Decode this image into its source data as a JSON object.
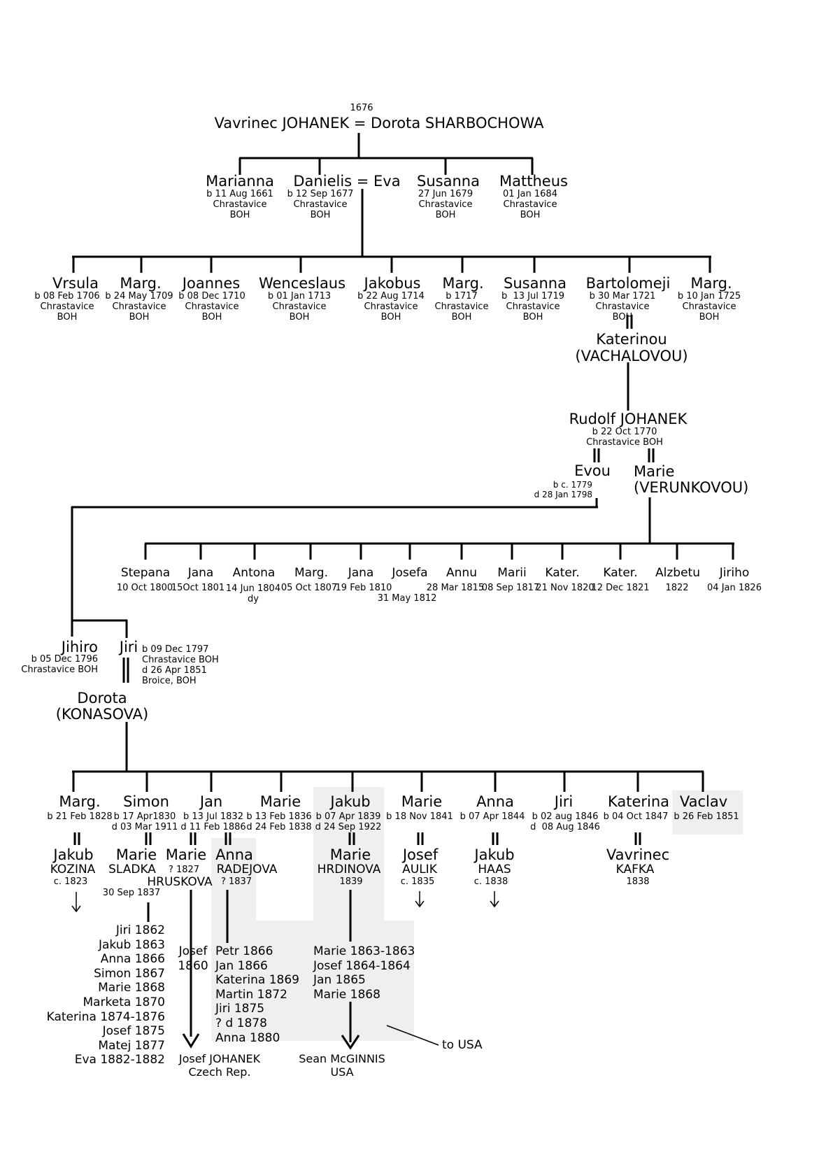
{
  "g0": {
    "year": "1676",
    "couple": "Vavrinec JOHANEK = Dorota SHARBOCHOWA"
  },
  "g1": [
    {
      "name": "Marianna",
      "info": "b 11 Aug 1661\nChrastavice\nBOH"
    },
    {
      "name": "Danielis = Eva",
      "info": "b 12 Sep 1677\nChrastavice\nBOH"
    },
    {
      "name": "Susanna",
      "info": "27 Jun 1679\nChrastavice\nBOH"
    },
    {
      "name": "Mattheus",
      "info": "01 Jan 1684\nChrastavice\nBOH"
    }
  ],
  "g2": [
    {
      "name": "Vrsula",
      "info": "b 08 Feb 1706\nChrastavice\nBOH"
    },
    {
      "name": "Marg.",
      "info": "b 24 May 1709\nChrastavice\nBOH"
    },
    {
      "name": "Joannes",
      "info": "b 08 Dec 1710\nChrastavice\nBOH"
    },
    {
      "name": "Wenceslaus",
      "info": "b 01 Jan 1713\nChrastavice\nBOH"
    },
    {
      "name": "Jakobus",
      "info": "b 22 Aug 1714\nChrastavice\nBOH"
    },
    {
      "name": "Marg.",
      "info": "b 1717\nChrastavice\nBOH"
    },
    {
      "name": "Susanna",
      "info": "b  13 Jul 1719\nChrastavice\nBOH"
    },
    {
      "name": "Bartolomeji",
      "info": "b 30 Mar 1721\nChrastavice\nBOH"
    },
    {
      "name": "Marg.",
      "info": "b 10 Jan 1725\nChrastavice\nBOH"
    }
  ],
  "bart_spouse": "Katerinou\n(VACHALOVOU)",
  "rudolf": {
    "name": "Rudolf JOHANEK",
    "info": "b 22 Oct 1770\nChrastavice BOH",
    "spouse1": "Evou",
    "spouse1_info": "b c. 1779\nd 28 Jan 1798",
    "spouse2": "Marie\n(VERUNKOVOU)"
  },
  "g3": [
    {
      "name": "Stepana",
      "date": "10 Oct 1800"
    },
    {
      "name": "Jana",
      "date": "15Oct 1801"
    },
    {
      "name": "Antona",
      "date": "14 Jun 1804\ndy"
    },
    {
      "name": "Marg.",
      "date": "05 Oct 1807"
    },
    {
      "name": "Jana",
      "date": "19 Feb 1810"
    },
    {
      "name": "Josefa",
      "date": "31 May 1812"
    },
    {
      "name": "Annu",
      "date": "28 Mar 1815"
    },
    {
      "name": "Marii",
      "date": "08 Sep 1817"
    },
    {
      "name": "Kater.",
      "date": "21 Nov 1820"
    },
    {
      "name": "Kater.",
      "date": "12 Dec 1821"
    },
    {
      "name": "Alzbetu",
      "date": "1822"
    },
    {
      "name": "Jiriho",
      "date": "04 Jan 1826"
    }
  ],
  "jihiro": {
    "name": "Jihiro",
    "info": "b 05 Dec 1796\nChrastavice BOH"
  },
  "jiri": {
    "name": "Jiri",
    "info": "b 09 Dec 1797\nChrastavice BOH\nd 26 Apr 1851\nBroice, BOH",
    "spouse": "Dorota\n(KONASOVA)"
  },
  "g4": [
    {
      "name": "Marg.",
      "info": "b 21 Feb 1828"
    },
    {
      "name": "Simon",
      "info": "b 17 Apr1830\nd 03 Mar 1911"
    },
    {
      "name": "Jan",
      "info": "b 13 Jul 1832\nd 11 Feb 1886"
    },
    {
      "name": "Marie",
      "info": "b 13 Feb 1836\nd 24 Feb 1838"
    },
    {
      "name": "Jakub",
      "info": "b 07 Apr 1839\nd 24 Sep 1922"
    },
    {
      "name": "Marie",
      "info": "b 18 Nov 1841"
    },
    {
      "name": "Anna",
      "info": "b 07 Apr 1844"
    },
    {
      "name": "Jiri",
      "info": "b 02 aug 1846\nd  08 Aug 1846"
    },
    {
      "name": "Katerina",
      "info": "b 04 Oct 1847"
    },
    {
      "name": "Vaclav",
      "info": "b 26 Feb 1851"
    }
  ],
  "spouses4": {
    "marg": {
      "name": "Jakub",
      "surname": "KOZINA",
      "info": "c. 1823"
    },
    "simon": {
      "name": "Marie",
      "surname": "SLADKA",
      "info": "30 Sep 1837"
    },
    "jan1": {
      "name": "Marie",
      "info": "? 1827"
    },
    "hruskova": "HRUSKOVA",
    "jan2": {
      "name": "Anna",
      "surname": "RADEJOVA",
      "info": "? 1837"
    },
    "jakub": {
      "name": "Marie",
      "surname": "HRDINOVA",
      "info": "1839"
    },
    "marie": {
      "name": "Josef",
      "surname": "AULIK",
      "info": "c. 1835"
    },
    "anna": {
      "name": "Jakub",
      "surname": "HAAS",
      "info": "c. 1838"
    },
    "katerina": {
      "name": "Vavrinec",
      "surname": "KAFKA",
      "info": "1838"
    }
  },
  "children_simon": [
    "Jiri 1862",
    "Jakub 1863",
    "Anna 1866",
    "Simon 1867",
    "Marie 1868",
    "Marketa 1870",
    "Katerina 1874-1876",
    "Josef 1875",
    "Matej 1877",
    "Eva 1882-1882"
  ],
  "children_jan1": "Josef\n1860",
  "children_jan2": [
    "Petr 1866",
    "Jan 1866",
    "Katerina 1869",
    "Martin 1872",
    "Jiri 1875",
    "? d 1878",
    "Anna 1880"
  ],
  "children_jakub": [
    "Marie 1863-1863",
    "Josef 1864-1864",
    "Jan 1865",
    "Marie 1868"
  ],
  "desc_josef": "Josef JOHANEK\nCzech Rep.",
  "desc_sean": "Sean McGINNIS\nUSA",
  "to_usa": "to USA"
}
